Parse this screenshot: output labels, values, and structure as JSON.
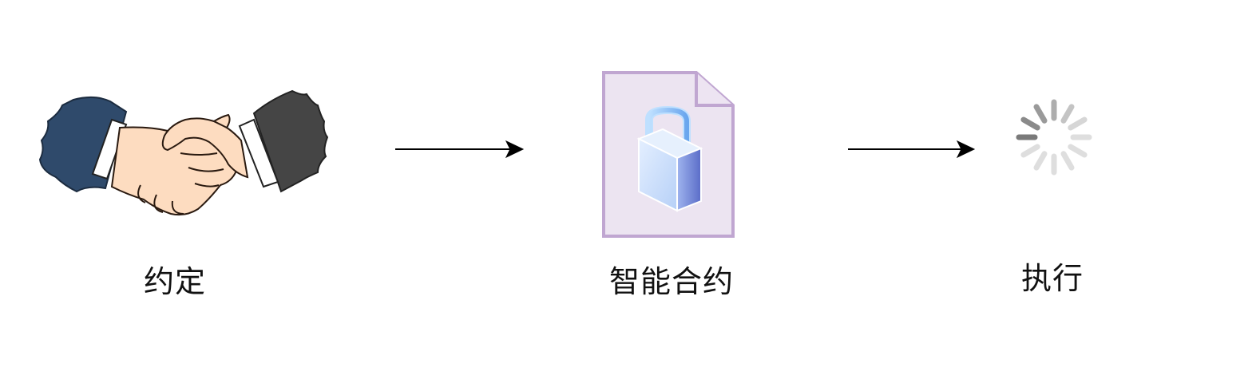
{
  "diagram": {
    "nodes": [
      {
        "id": "agreement",
        "label": "约定",
        "icon": "handshake-icon"
      },
      {
        "id": "smart-contract",
        "label": "智能合约",
        "icon": "locked-document-icon"
      },
      {
        "id": "execution",
        "label": "执行",
        "icon": "loading-spinner-icon"
      }
    ],
    "edges": [
      {
        "from": "agreement",
        "to": "smart-contract"
      },
      {
        "from": "smart-contract",
        "to": "execution"
      }
    ]
  },
  "colors": {
    "document_fill": "#ece4f1",
    "document_border": "#c0a6d1",
    "left_sleeve": "#2f4a6b",
    "right_sleeve": "#454545",
    "skin": "#fddcc0",
    "lock_light": "#cfe3fb",
    "lock_dark": "#6b7fd6",
    "spinner_dark": "#777777",
    "spinner_light": "#dddddd",
    "arrow": "#000000"
  }
}
